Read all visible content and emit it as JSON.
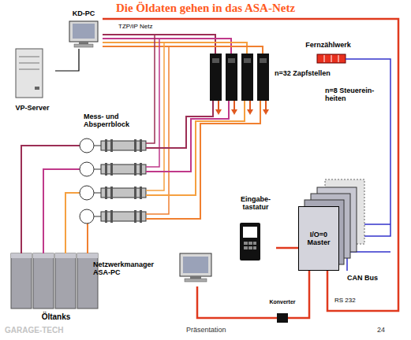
{
  "diagram": {
    "title": "Die Öldaten gehen in das ASA-Netz",
    "nodes": [
      {
        "text": [
          "VP-Server"
        ]
      },
      {
        "text": [
          "KD-PC"
        ]
      },
      {
        "text": [
          "Fernzählwerk"
        ]
      },
      {
        "text": [
          "Eingabe-tastatur"
        ]
      },
      {
        "text": [
          "I/O=0 Master"
        ]
      },
      {
        "text": [
          "Netzwerkmanager ASA-PC"
        ]
      },
      {
        "text": [
          "Konverter"
        ]
      },
      {
        "text": [
          "Öltanks"
        ]
      }
    ],
    "edges": [
      {
        "from": 1,
        "to": 0,
        "arrow": "none"
      },
      {
        "from": 1,
        "to": 4,
        "arrow": "none"
      },
      {
        "from": 3,
        "to": 4,
        "arrow": "none"
      },
      {
        "from": 4,
        "to": 6,
        "arrow": "none"
      },
      {
        "from": 6,
        "to": 5,
        "arrow": "none"
      }
    ],
    "labels": [
      "TZP/IP Netz",
      "Mess- und Absperrblock",
      "n=32 Zapfstellen",
      "n=8 Steuerein-heiten",
      "CAN Bus",
      "RS 232",
      "Präsentation",
      "24",
      "GARAGE-TECH"
    ]
  }
}
